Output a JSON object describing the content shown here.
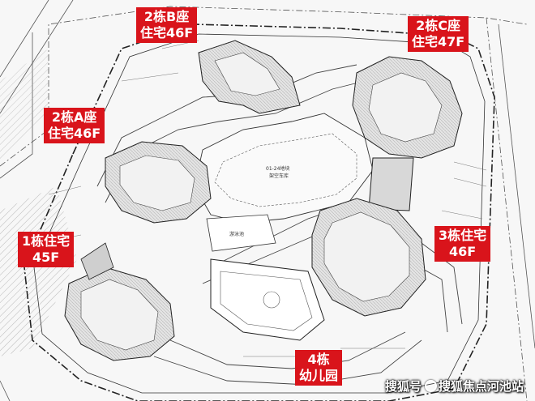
{
  "building_tags": [
    {
      "id": "2B",
      "line1": "2栋B座",
      "line2": "住宅46F"
    },
    {
      "id": "2C",
      "line1": "2栋C座",
      "line2": "住宅47F"
    },
    {
      "id": "2A",
      "line1": "2栋A座",
      "line2": "住宅46F"
    },
    {
      "id": "1",
      "line1": "1栋住宅",
      "line2": "45F"
    },
    {
      "id": "3",
      "line1": "3栋住宅",
      "line2": "46F"
    },
    {
      "id": "4",
      "line1": "4栋",
      "line2": "幼儿园"
    }
  ],
  "plan_labels": {
    "central_plaza": "01-24地块",
    "central_plaza_sub": "架空车库",
    "pool": "游泳池"
  },
  "watermark": {
    "left": "搜狐号",
    "right": "搜狐焦点河池站"
  },
  "colors": {
    "tag_red": "#d9141b",
    "line_dark": "#222222",
    "building_fill": "#e6e6e6"
  }
}
